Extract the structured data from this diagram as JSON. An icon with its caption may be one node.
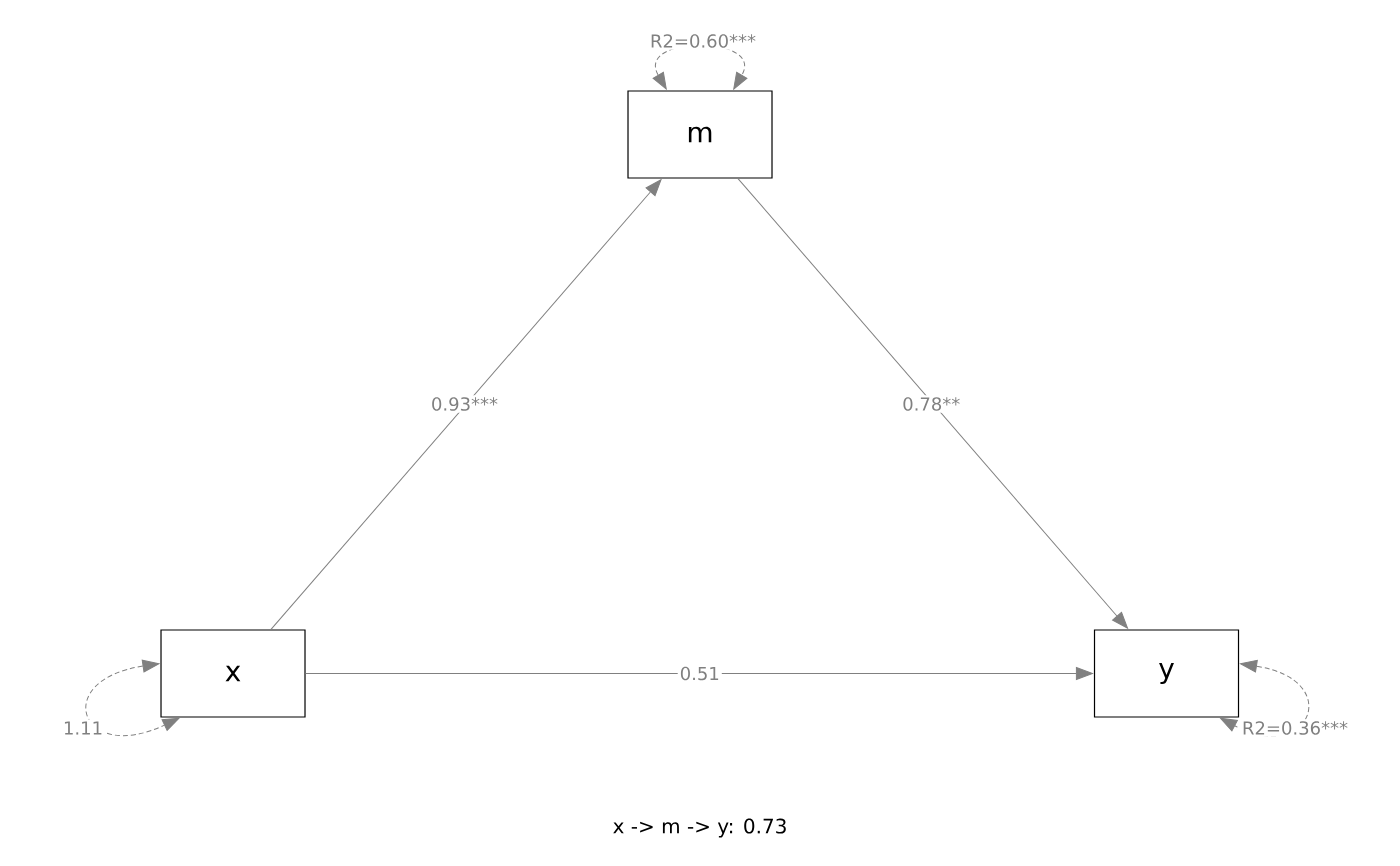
{
  "diagram": {
    "caption": "x -> m -> y: 0.73",
    "nodes": [
      {
        "text": [
          "m"
        ]
      },
      {
        "text": [
          "x"
        ]
      },
      {
        "text": [
          "y"
        ]
      }
    ],
    "edges": [
      {
        "from": 1,
        "to": 0,
        "arrow": "to",
        "label": "0.93***"
      },
      {
        "from": 0,
        "to": 2,
        "arrow": "to",
        "label": "0.78**"
      },
      {
        "from": 1,
        "to": 2,
        "arrow": "to",
        "label": "0.51"
      },
      {
        "from": 0,
        "to": 0,
        "arrow": "both",
        "style": "dashed",
        "label": "R2=0.60***"
      },
      {
        "from": 1,
        "to": 1,
        "arrow": "both",
        "style": "dashed",
        "label": "1.11"
      },
      {
        "from": 2,
        "to": 2,
        "arrow": "both",
        "style": "dashed",
        "label": "R2=0.36***"
      }
    ]
  }
}
